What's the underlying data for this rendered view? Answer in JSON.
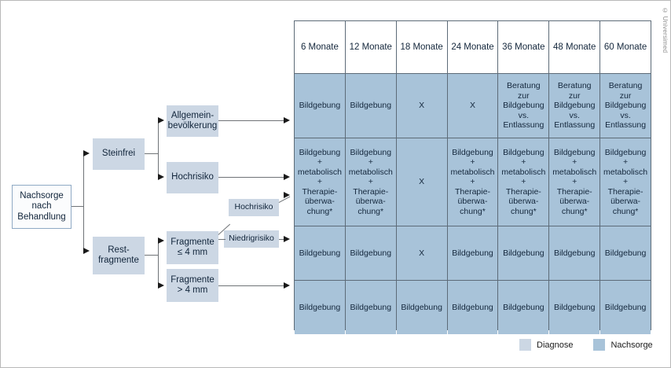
{
  "credit": "© Universimed",
  "flow": {
    "start": {
      "lines": [
        "Nachsorge",
        "nach",
        "Behandlung"
      ]
    },
    "branch_stonefree": {
      "label": "Steinfrei"
    },
    "branch_residual": {
      "lines": [
        "Rest-",
        "fragmente"
      ]
    },
    "node_general_population": {
      "lines": [
        "Allgemein-",
        "bevölkerung"
      ]
    },
    "node_highrisk": {
      "label": "Hochrisiko"
    },
    "node_fragments_small": {
      "lines": [
        "Fragmente",
        "≤ 4 mm"
      ]
    },
    "node_fragments_large": {
      "lines": [
        "Fragmente",
        "> 4 mm"
      ]
    },
    "node_sub_highrisk": {
      "label": "Hochrisiko"
    },
    "node_sub_lowrisk": {
      "label": "Niedrigrisiko"
    }
  },
  "table": {
    "headers": [
      "6 Monate",
      "12 Monate",
      "18 Monate",
      "24 Monate",
      "36 Monate",
      "48 Monate",
      "60 Monate"
    ],
    "rows": [
      {
        "name": "row-allgemeinbevoelkerung",
        "cells": [
          [
            "Bildgebung"
          ],
          [
            "Bildgebung"
          ],
          [
            "X"
          ],
          [
            "X"
          ],
          [
            "Beratung zur",
            "Bildgebung",
            "vs.",
            "Entlassung"
          ],
          [
            "Beratung zur",
            "Bildgebung",
            "vs.",
            "Entlassung"
          ],
          [
            "Beratung zur",
            "Bildgebung",
            "vs.",
            "Entlassung"
          ]
        ]
      },
      {
        "name": "row-hochrisiko",
        "cells": [
          [
            "Bildgebung",
            "+",
            "metabolisch",
            "+",
            "Therapie-",
            "überwa-",
            "chung*"
          ],
          [
            "Bildgebung",
            "+",
            "metabolisch",
            "+",
            "Therapie-",
            "überwa-",
            "chung*"
          ],
          [
            "X"
          ],
          [
            "Bildgebung",
            "+",
            "metabolisch",
            "+",
            "Therapie-",
            "überwa-",
            "chung*"
          ],
          [
            "Bildgebung",
            "+",
            "metabolisch",
            "+",
            "Therapie-",
            "überwa-",
            "chung*"
          ],
          [
            "Bildgebung",
            "+",
            "metabolisch",
            "+",
            "Therapie-",
            "überwa-",
            "chung*"
          ],
          [
            "Bildgebung",
            "+",
            "metabolisch",
            "+",
            "Therapie-",
            "überwa-",
            "chung*"
          ]
        ]
      },
      {
        "name": "row-niedrigrisiko",
        "cells": [
          [
            "Bildgebung"
          ],
          [
            "Bildgebung"
          ],
          [
            "X"
          ],
          [
            "Bildgebung"
          ],
          [
            "Bildgebung"
          ],
          [
            "Bildgebung"
          ],
          [
            "Bildgebung"
          ]
        ]
      },
      {
        "name": "row-fragmente-gross",
        "cells": [
          [
            "Bildgebung"
          ],
          [
            "Bildgebung"
          ],
          [
            "Bildgebung"
          ],
          [
            "Bildgebung"
          ],
          [
            "Bildgebung"
          ],
          [
            "Bildgebung"
          ],
          [
            "Bildgebung"
          ]
        ]
      }
    ]
  },
  "legend": {
    "items": [
      {
        "label": "Diagnose",
        "color": "#ccd7e4",
        "swatch_class": "diagnose"
      },
      {
        "label": "Nachsorge",
        "color": "#a8c3d9",
        "swatch_class": "nachsorge"
      }
    ]
  }
}
